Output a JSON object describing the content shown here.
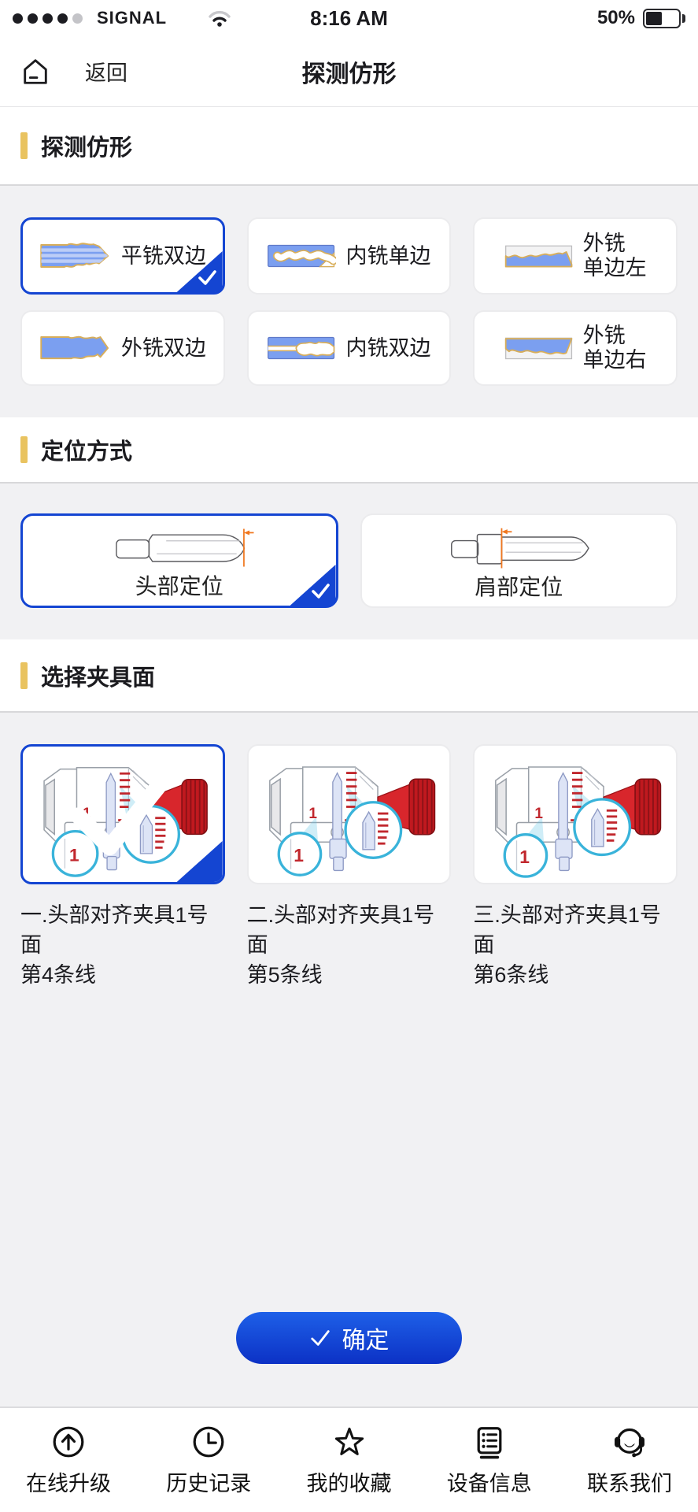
{
  "status_bar": {
    "carrier": "SIGNAL",
    "time": "8:16 AM",
    "battery_percent": "50%"
  },
  "header": {
    "back_label": "返回",
    "title": "探测仿形"
  },
  "section_profile": {
    "heading": "探测仿形",
    "options": [
      {
        "lines": [
          "平铣双边"
        ],
        "selected": true
      },
      {
        "lines": [
          "内铣单边"
        ],
        "selected": false
      },
      {
        "lines": [
          "外铣",
          "单边左"
        ],
        "selected": false
      },
      {
        "lines": [
          "外铣双边"
        ],
        "selected": false
      },
      {
        "lines": [
          "内铣双边"
        ],
        "selected": false
      },
      {
        "lines": [
          "外铣",
          "单边右"
        ],
        "selected": false
      }
    ]
  },
  "section_position": {
    "heading": "定位方式",
    "options": [
      {
        "label": "头部定位",
        "selected": true
      },
      {
        "label": "肩部定位",
        "selected": false
      }
    ]
  },
  "section_fixture": {
    "heading": "选择夹具面",
    "options": [
      {
        "caption_lines": [
          "一.头部对齐夹具1号面",
          "第4条线"
        ],
        "badge": "1",
        "selected": true
      },
      {
        "caption_lines": [
          "二.头部对齐夹具1号面",
          "第5条线"
        ],
        "badge": "1",
        "selected": false
      },
      {
        "caption_lines": [
          "三.头部对齐夹具1号面",
          "第6条线"
        ],
        "badge": "1",
        "selected": false
      }
    ]
  },
  "confirm": {
    "label": "确定"
  },
  "bottom_nav": {
    "items": [
      {
        "label": "在线升级"
      },
      {
        "label": "历史记录"
      },
      {
        "label": "我的收藏"
      },
      {
        "label": "设备信息"
      },
      {
        "label": "联系我们"
      }
    ]
  },
  "colors": {
    "accent": "#1445d2",
    "confirm_top": "#1e60e8",
    "confirm_bottom": "#0c31c5",
    "section_marker": "#e9c360",
    "magnifier": "#39b3da",
    "knob_red": "#d8262c",
    "tick_red": "#c1272d",
    "key_blue": "#7b9ff0",
    "key_outline": "#d8ae5a"
  }
}
